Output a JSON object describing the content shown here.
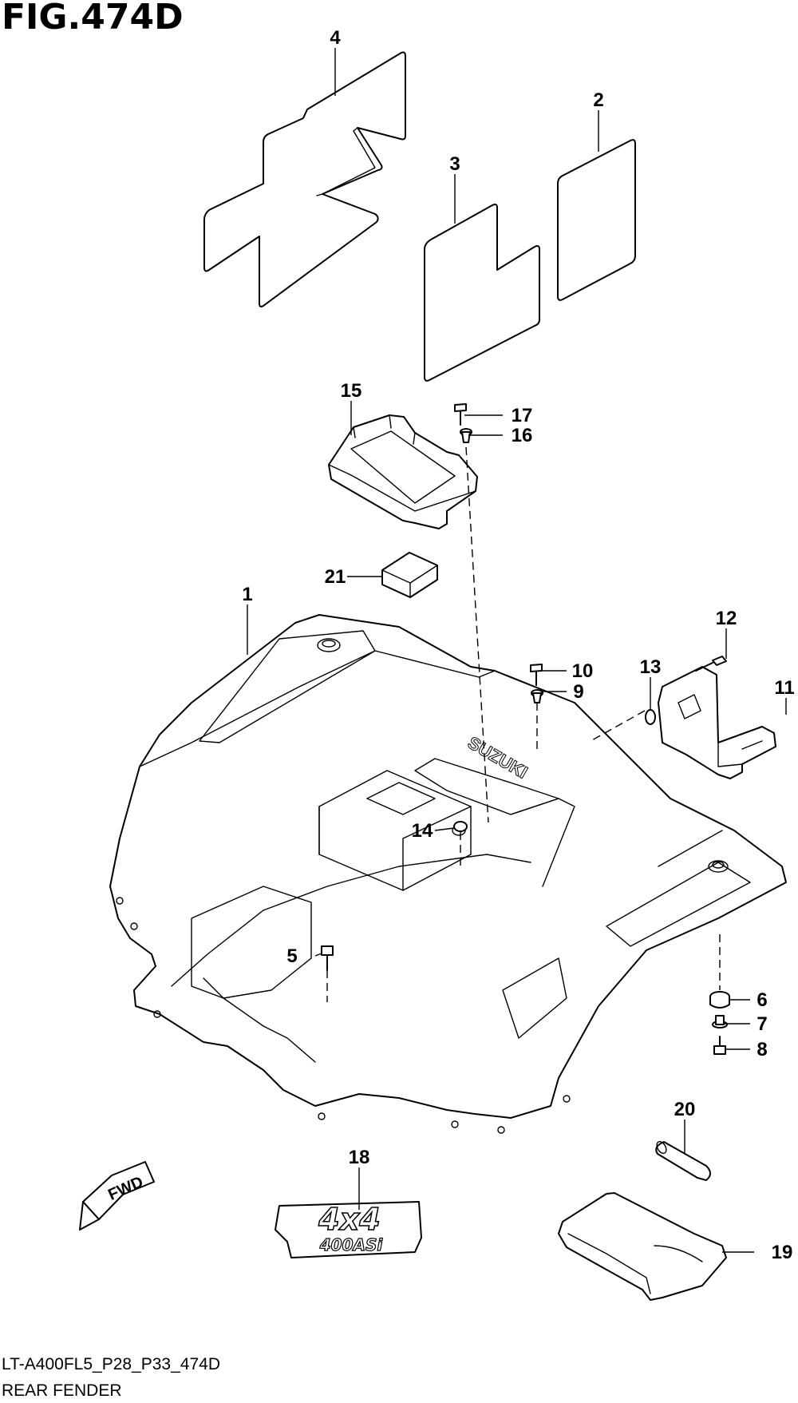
{
  "figure": {
    "title": "FIG.474D",
    "code": "LT-A400FL5_P28_P33_474D",
    "name": "REAR FENDER"
  },
  "callouts": [
    "1",
    "2",
    "3",
    "4",
    "5",
    "6",
    "7",
    "8",
    "9",
    "10",
    "11",
    "12",
    "13",
    "14",
    "15",
    "16",
    "17",
    "18",
    "19",
    "20",
    "21"
  ],
  "badges": {
    "direction": "FWD",
    "fender_logo": "SUZUKI",
    "emblem_top": "4x4",
    "emblem_bottom": "400ASi"
  }
}
